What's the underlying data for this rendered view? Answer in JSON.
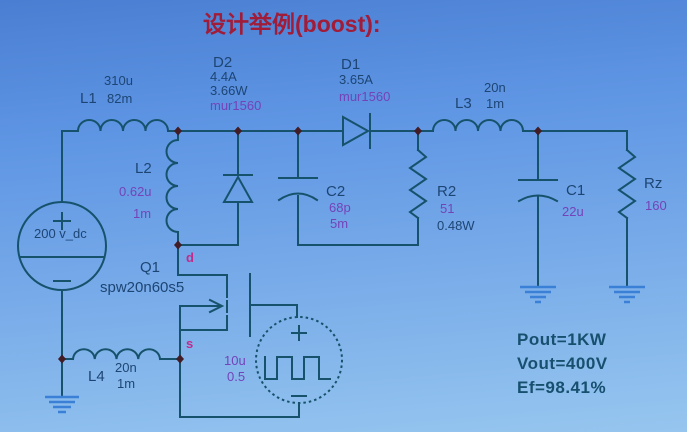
{
  "title": "设计举例(boost):",
  "colors": {
    "bg_top": "#4a7ed2",
    "bg_mid1": "#5f96e4",
    "bg_mid2": "#78abe9",
    "bg_bottom": "#96c6ef",
    "wire": "#16526b",
    "node": "#421d26",
    "ground": "#3a80d6",
    "navy": "#1d4574",
    "purple": "#7443b8",
    "pin": "#c12b8c",
    "title": "#a01c38",
    "results": "#17506e"
  },
  "components": {
    "l1": {
      "name": "L1",
      "v1": "310u",
      "v2": "82m"
    },
    "l2": {
      "name": "L2",
      "v1": "0.62u",
      "v2": "1m"
    },
    "l3": {
      "name": "L3",
      "v1": "20n",
      "v2": "1m"
    },
    "l4": {
      "name": "L4",
      "v1": "20n",
      "v2": "1m"
    },
    "d1": {
      "name": "D1",
      "current": "3.65A",
      "part": "mur1560"
    },
    "d2": {
      "name": "D2",
      "current": "4.4A",
      "power": "3.66W",
      "part": "mur1560"
    },
    "c1": {
      "name": "C1",
      "value": "22u"
    },
    "c2": {
      "name": "C2",
      "v1": "68p",
      "v2": "5m"
    },
    "r2": {
      "name": "R2",
      "value": "51",
      "power": "0.48W"
    },
    "rz": {
      "name": "Rz",
      "value": "160"
    },
    "q1": {
      "name": "Q1",
      "part": "spw20n60s5",
      "pin_d": "d",
      "pin_s": "s"
    },
    "vdc": {
      "label": "200 v_dc"
    },
    "vpulse": {
      "v1": "10u",
      "v2": "0.5"
    }
  },
  "results": {
    "pout": "Pout=1KW",
    "vout": "Vout=400V",
    "efficiency": "Ef=98.41%"
  }
}
